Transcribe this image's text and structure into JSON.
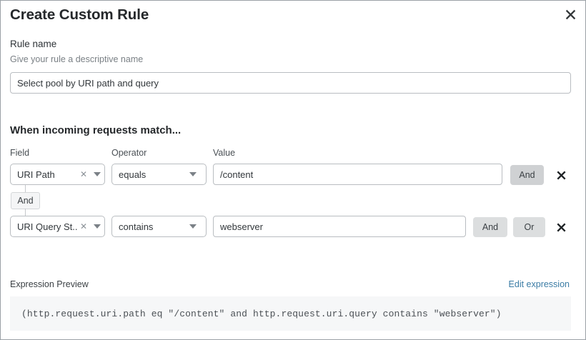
{
  "dialog": {
    "title": "Create Custom Rule",
    "close_icon": "close-icon"
  },
  "rule_name": {
    "label": "Rule name",
    "help": "Give your rule a descriptive name",
    "value": "Select pool by URI path and query",
    "placeholder": "Enter rule name"
  },
  "match_section": {
    "heading": "When incoming requests match...",
    "columns": {
      "field": "Field",
      "operator": "Operator",
      "value": "Value"
    },
    "connector": {
      "label": "And"
    },
    "rows": [
      {
        "field": "URI Path",
        "field_clear_icon": "clear-icon",
        "field_caret_icon": "chevron-down-icon",
        "operator": "equals",
        "operator_caret_icon": "chevron-down-icon",
        "value": "/content",
        "value_placeholder": "Enter value",
        "and_label": "And",
        "and_state": "active",
        "remove_icon": "close-icon"
      },
      {
        "field": "URI Query St...",
        "field_clear_icon": "clear-icon",
        "field_caret_icon": "chevron-down-icon",
        "operator": "contains",
        "operator_caret_icon": "chevron-down-icon",
        "value": "webserver",
        "value_placeholder": "Enter value",
        "and_label": "And",
        "or_label": "Or",
        "and_state": "inactive",
        "or_state": "inactive",
        "remove_icon": "close-icon"
      }
    ]
  },
  "expression": {
    "label": "Expression Preview",
    "edit_link": "Edit expression",
    "text": "(http.request.uri.path eq \"/content\" and http.request.uri.query contains \"webserver\")"
  },
  "colors": {
    "link": "#3b7ca5",
    "border": "#b9bdc1",
    "button_active": "#cfd1d3",
    "button_inactive": "#dcdedf",
    "preview_bg": "#f6f7f8"
  }
}
